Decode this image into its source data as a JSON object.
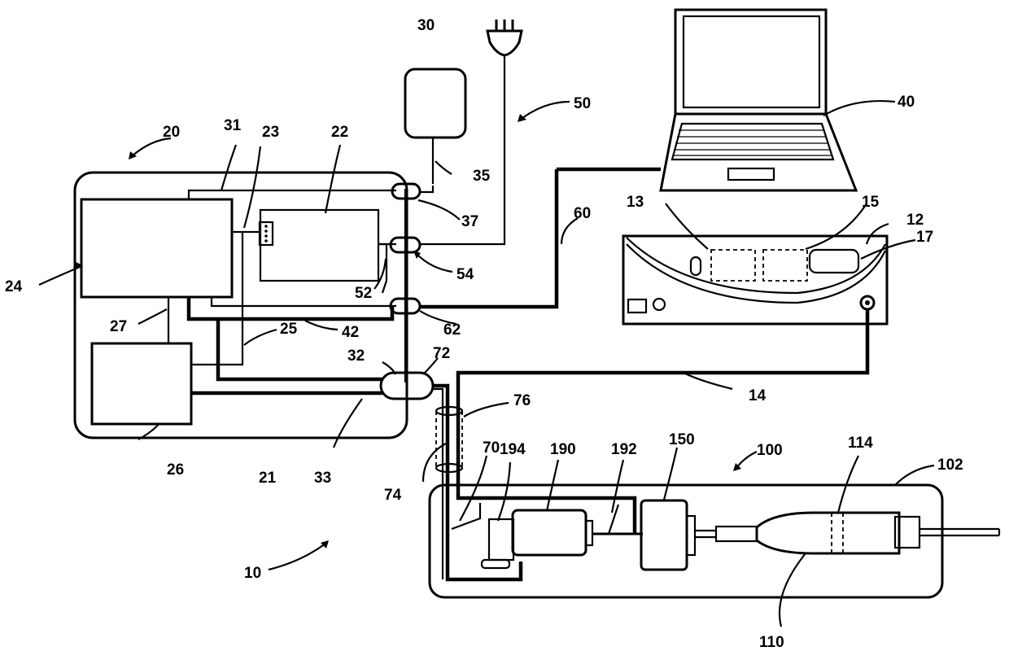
{
  "labels": {
    "n10": "10",
    "n12": "12",
    "n13": "13",
    "n14": "14",
    "n15": "15",
    "n17": "17",
    "n20": "20",
    "n21": "21",
    "n22": "22",
    "n23": "23",
    "n24": "24",
    "n25": "25",
    "n26": "26",
    "n27": "27",
    "n30": "30",
    "n31": "31",
    "n32": "32",
    "n33": "33",
    "n35": "35",
    "n37": "37",
    "n40": "40",
    "n42": "42",
    "n50": "50",
    "n52": "52",
    "n54": "54",
    "n60": "60",
    "n62": "62",
    "n70": "70",
    "n72": "72",
    "n74": "74",
    "n76": "76",
    "n100": "100",
    "n102": "102",
    "n110": "110",
    "n114": "114",
    "n150": "150",
    "n190": "190",
    "n192": "192",
    "n194": "194"
  }
}
